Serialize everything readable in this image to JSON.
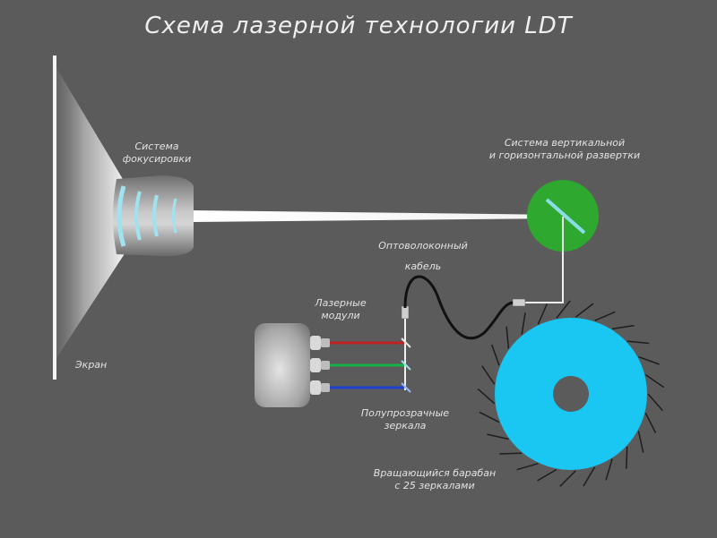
{
  "title": "Схема лазерной технологии LDT",
  "labels": {
    "focus_system": [
      "Система",
      "фокусировки"
    ],
    "scan_system": [
      "Система вертикальной",
      "и горизонтальной развертки"
    ],
    "fiber_cable": [
      "Оптоволоконный",
      "кабель"
    ],
    "laser_modules": [
      "Лазерные",
      "модули"
    ],
    "screen": "Экран",
    "mirrors": [
      "Полупрозрачные",
      "зеркала"
    ],
    "drum": [
      "Вращающийся барабан",
      "с 25 зеркалами"
    ]
  },
  "colors": {
    "background": "#5b5b5b",
    "scan_disc": "#2ea82e",
    "drum": "#1ac6f2",
    "laser_red": "#c02020",
    "laser_green": "#18b048",
    "laser_blue": "#2040d0",
    "beam": "#ffffff",
    "lens": "#9fe3f0"
  },
  "drum_mirror_count": 25
}
